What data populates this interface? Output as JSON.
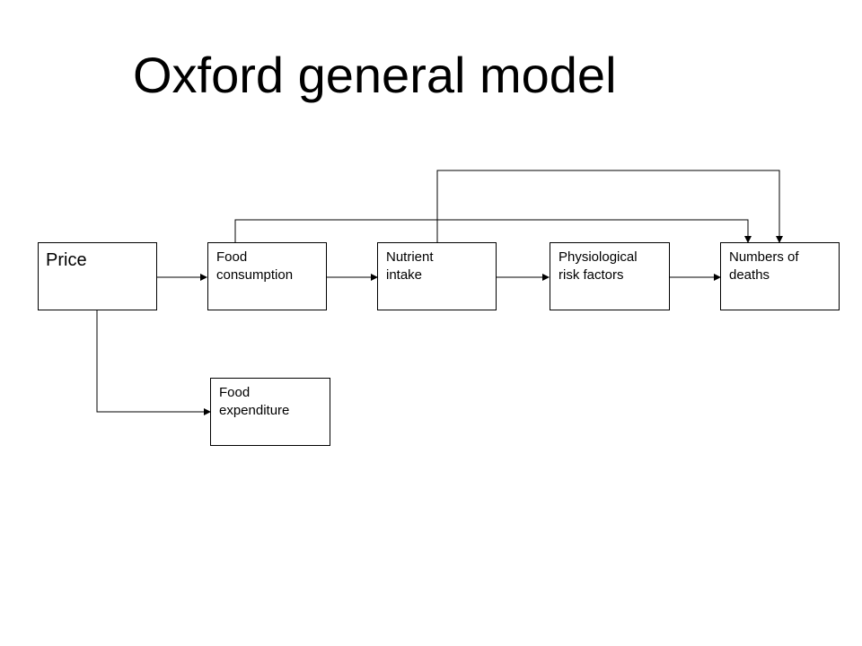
{
  "title": "Oxford general model",
  "nodes": {
    "price": "Price",
    "food_consumption": "Food\nconsumption",
    "nutrient_intake": "Nutrient\nintake",
    "physiological_risk_factors": "Physiological\nrisk factors",
    "numbers_of_deaths": "Numbers of\ndeaths",
    "food_expenditure": "Food\nexpenditure"
  },
  "edges": [
    {
      "from": "price",
      "to": "food_consumption"
    },
    {
      "from": "food_consumption",
      "to": "nutrient_intake"
    },
    {
      "from": "nutrient_intake",
      "to": "physiological_risk_factors"
    },
    {
      "from": "physiological_risk_factors",
      "to": "numbers_of_deaths"
    },
    {
      "from": "food_consumption",
      "to": "numbers_of_deaths"
    },
    {
      "from": "nutrient_intake",
      "to": "numbers_of_deaths"
    },
    {
      "from": "price",
      "to": "food_expenditure"
    }
  ]
}
